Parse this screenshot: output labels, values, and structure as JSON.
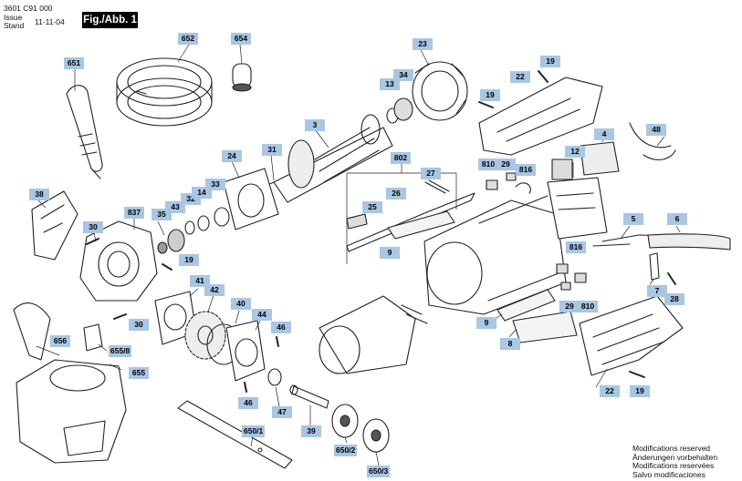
{
  "header": {
    "doc_number": "3601 C91 000",
    "issue_label": "Issue",
    "stand_label": "Stand",
    "date": "11-11-04",
    "figure_label": "Fig./Abb. 1"
  },
  "parts": {
    "p651": "651",
    "p652": "652",
    "p654": "654",
    "p23": "23",
    "p19a": "19",
    "p22a": "22",
    "p34": "34",
    "p13": "13",
    "p19b": "19",
    "p3": "3",
    "p48": "48",
    "p4": "4",
    "p31": "31",
    "p24": "24",
    "p12": "12",
    "p802": "802",
    "p810a": "810",
    "p29a": "29",
    "p816a": "816",
    "p27": "27",
    "p33": "33",
    "p38": "38",
    "p837": "837",
    "p43": "43",
    "p32": "32",
    "p14": "14",
    "p26": "26",
    "p25": "25",
    "p5": "5",
    "p6": "6",
    "p35": "35",
    "p30a": "30",
    "p9a": "9",
    "p816b": "816",
    "p19c": "19",
    "p41": "41",
    "p7": "7",
    "p28": "28",
    "p42": "42",
    "p40": "40",
    "p29b": "29",
    "p810b": "810",
    "p44": "44",
    "p30b": "30",
    "p46a": "46",
    "p9b": "9",
    "p656": "656",
    "p655_8": "655/8",
    "p8": "8",
    "p655": "655",
    "p22b": "22",
    "p19d": "19",
    "p46b": "46",
    "p47": "47",
    "p650_1": "650/1",
    "p39": "39",
    "p650_2": "650/2",
    "p650_3": "650/3"
  },
  "notes": {
    "line1": "Modifications reserved",
    "line2": "Änderungen vorbehalten",
    "line3": "Modifications reservées",
    "line4": "Salvo modificaciones"
  }
}
